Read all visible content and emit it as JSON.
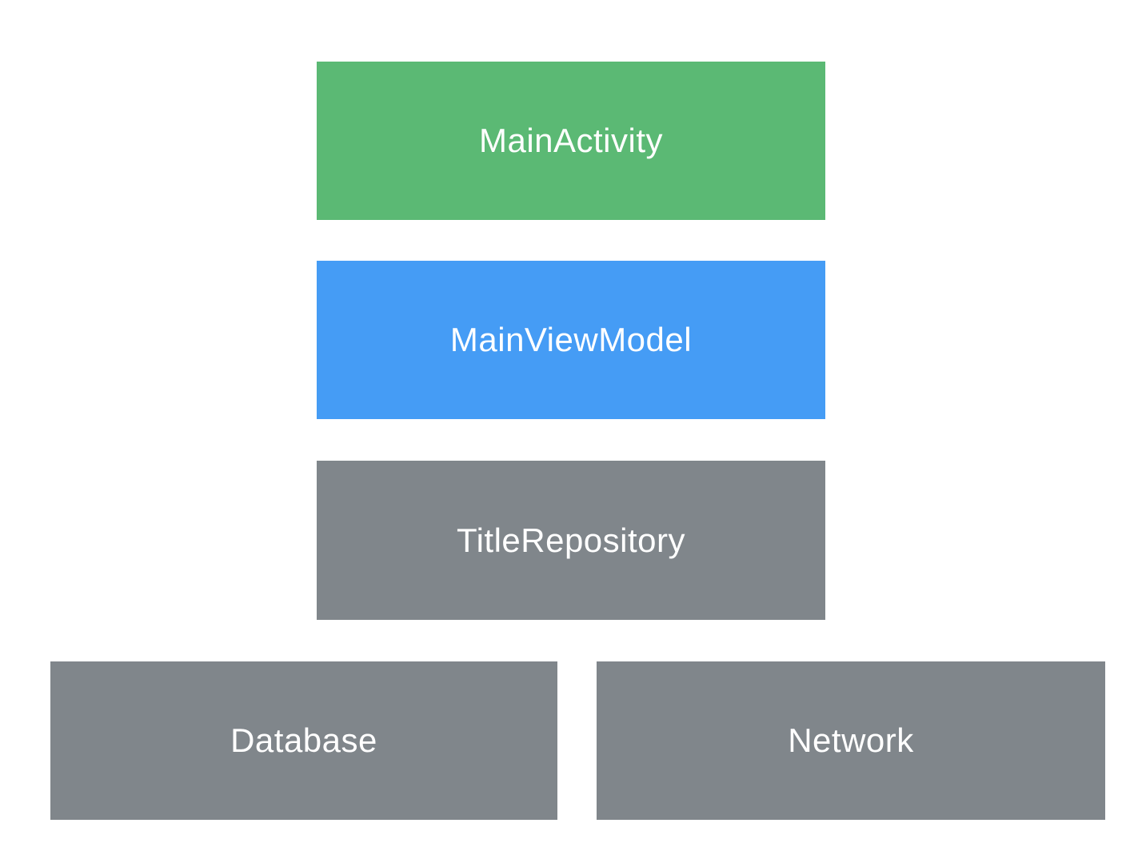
{
  "diagram": {
    "background": "#FFFFFF",
    "label_text_color": "#FFFFFF",
    "nodes": [
      {
        "id": "main-activity",
        "label": "MainActivity",
        "fill": "#5BB974"
      },
      {
        "id": "main-view-model",
        "label": "MainViewModel",
        "fill": "#459CF5"
      },
      {
        "id": "title-repository",
        "label": "TitleRepository",
        "fill": "#80868B"
      },
      {
        "id": "database",
        "label": "Database",
        "fill": "#80868B"
      },
      {
        "id": "network",
        "label": "Network",
        "fill": "#80868B"
      }
    ]
  }
}
